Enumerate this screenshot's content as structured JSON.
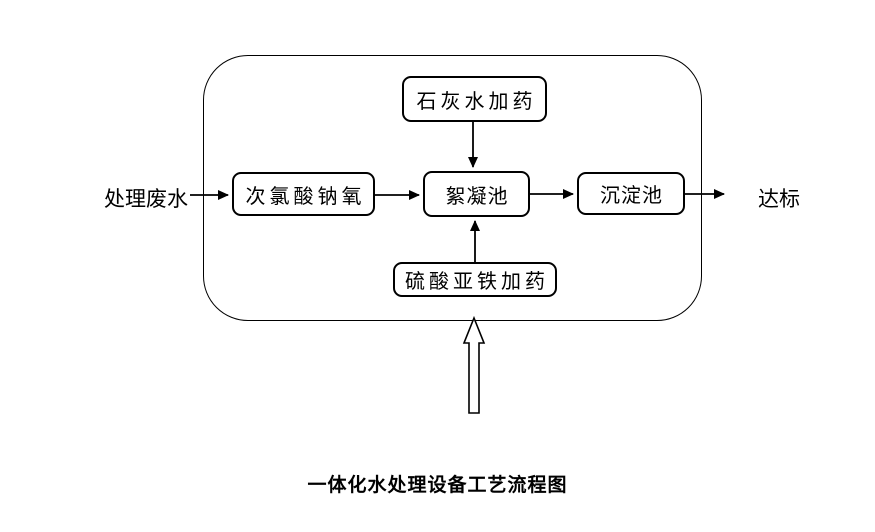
{
  "diagram": {
    "caption": "一体化水处理设备工艺流程图",
    "input_label": "处理废水",
    "output_label": "达标",
    "nodes": {
      "lime": "石灰水加药",
      "chlorine": "次氯酸钠氧",
      "flocculation": "絮凝池",
      "sedimentation": "沉淀池",
      "ferrous": "硫酸亚铁加药"
    },
    "flow": [
      "处理废水 → 次氯酸钠氧 → 絮凝池 → 沉淀池 → 达标",
      "石灰水加药 → 絮凝池",
      "硫酸亚铁加药 → 絮凝池"
    ]
  }
}
